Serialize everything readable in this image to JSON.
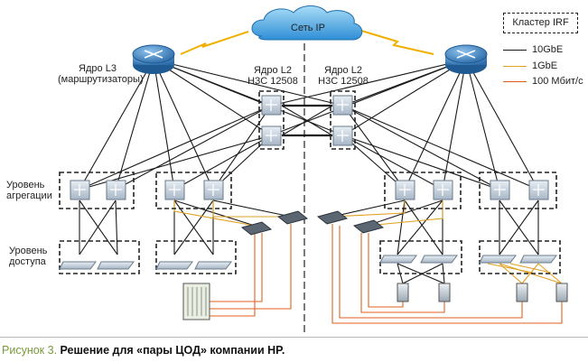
{
  "diagram": {
    "cloud_label": "Сеть IP",
    "core_l3_label_line1": "Ядро L3",
    "core_l3_label_line2": "(маршрутизаторы)",
    "core_l2_left_line1": "Ядро L2",
    "core_l2_left_line2": "H3C 12508",
    "core_l2_right_line1": "Ядро L2",
    "core_l2_right_line2": "H3C 12508",
    "aggregation_label_line1": "Уровень",
    "aggregation_label_line2": "агрегации",
    "access_label_line1": "Уровень",
    "access_label_line2": "доступа"
  },
  "legend": {
    "irf_cluster": "Кластер IRF",
    "items": [
      {
        "label": "10GbE",
        "color": "#1a1a1a"
      },
      {
        "label": "1GbE",
        "color": "#e0a020"
      },
      {
        "label": "100 Мбит/с",
        "color": "#e06020"
      }
    ]
  },
  "caption": {
    "prefix": "Рисунок 3.",
    "text": "Решение для «пары ЦОД» компании HP."
  },
  "colors": {
    "link_10g": "#1a1a1a",
    "link_1g": "#e0a020",
    "link_100m": "#e06020",
    "router": "#3a7fc1",
    "switch": "#b8c6d4",
    "cloud": "#4aa3e0"
  }
}
